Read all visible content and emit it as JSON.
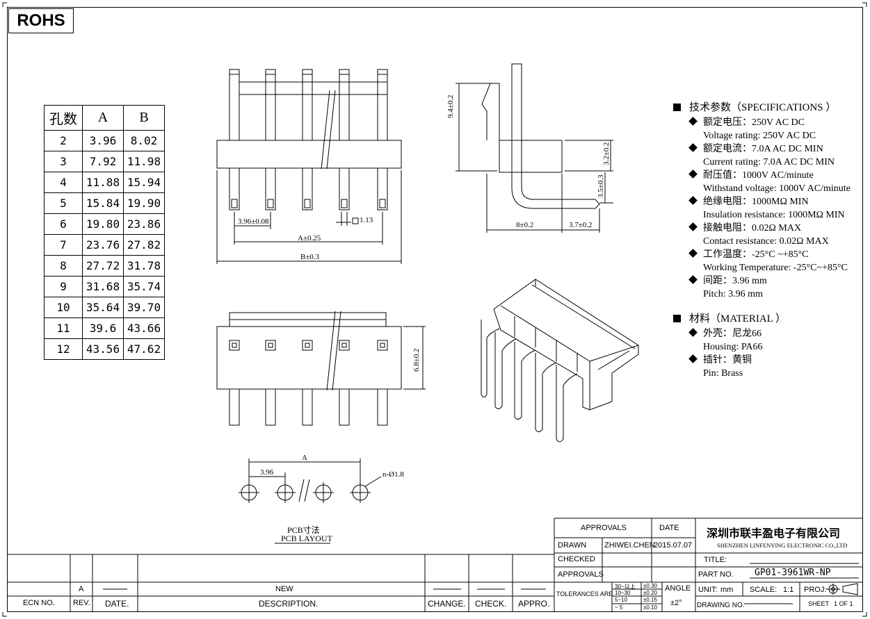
{
  "rohs_label": "ROHS",
  "hole_table": {
    "headers": [
      "孔数",
      "A",
      "B"
    ],
    "rows": [
      [
        "2",
        "3.96",
        "8.02"
      ],
      [
        "3",
        "7.92",
        "11.98"
      ],
      [
        "4",
        "11.88",
        "15.94"
      ],
      [
        "5",
        "15.84",
        "19.90"
      ],
      [
        "6",
        "19.80",
        "23.86"
      ],
      [
        "7",
        "23.76",
        "27.82"
      ],
      [
        "8",
        "27.72",
        "31.78"
      ],
      [
        "9",
        "31.68",
        "35.74"
      ],
      [
        "10",
        "35.64",
        "39.70"
      ],
      [
        "11",
        "39.6",
        "43.66"
      ],
      [
        "12",
        "43.56",
        "47.62"
      ]
    ]
  },
  "dimensions": {
    "pitch": "3.96±0.08",
    "pin": "1.13",
    "a_dim": "A±0.25",
    "b_dim": "B±0.3",
    "height": "9.4±0.2",
    "body_h": "3.2±0.2",
    "pin_len": "3.5±0.3",
    "depth": "8±0.2",
    "ext": "3.7±0.2",
    "front_h": "6.8±0.2",
    "pcb_a": "A",
    "pcb_pitch": "3.96",
    "pcb_hole": "n-Ø1.8"
  },
  "pcb_layout": {
    "cn": "PCB寸法",
    "en": "PCB LAYOUT"
  },
  "specifications": {
    "heading": "技术参数（SPECIFICATIONS ）",
    "items": [
      {
        "cn": "额定电压：250V AC DC",
        "en": "Voltage rating: 250V AC DC"
      },
      {
        "cn": "额定电流：7.0A AC DC   MIN",
        "en": "Current rating: 7.0A  AC DC  MIN"
      },
      {
        "cn": "耐压值：1000V AC/minute",
        "en": "Withstand voltage: 1000V AC/minute"
      },
      {
        "cn": "绝缘电阻：1000MΩ  MIN",
        "en": "Insulation resistance: 1000MΩ  MIN"
      },
      {
        "cn": "接触电阻：0.02Ω  MAX",
        "en": "Contact resistance:  0.02Ω  MAX"
      },
      {
        "cn": "工作温度：-25°C ~+85°C",
        "en": "Working Temperature: -25°C~+85°C"
      },
      {
        "cn": "间距：3.96 mm",
        "en": "Pitch: 3.96 mm"
      }
    ]
  },
  "material": {
    "heading": "材料（MATERIAL ）",
    "items": [
      {
        "cn": "外壳：尼龙66",
        "en": "Housing:   PA66"
      },
      {
        "cn": "插针：黄铜",
        "en": "Pin: Brass"
      }
    ]
  },
  "title_block": {
    "approvals_header": "APPROVALS",
    "date_header": "DATE",
    "drawn_label": "DRAWN",
    "drawn_name": "ZHIWEI.CHEN",
    "drawn_date": "2015.07.07",
    "checked_label": "CHECKED",
    "approvals_label": "APPROVALS",
    "tolerances_label": "TOLERANCES ARE",
    "tol_ranges": [
      "30~以上",
      "10~30",
      "5~10",
      "~ 5"
    ],
    "tol_values": [
      "±0.30",
      "±0.20",
      "±0.15",
      "±0.10"
    ],
    "angle_label": "ANGLE",
    "angle_value": "±2°",
    "company_cn": "深圳市联丰盈电子有限公司",
    "company_en": "SHENZHEN LINFENYING ELECTRONIC CO.,LTD",
    "title_label": "TITLE:",
    "part_label": "PART NO.",
    "part_no": "GP01-3961WR-NP",
    "unit_label": "UNIT:",
    "unit_value": "mm",
    "scale_label": "SCALE:",
    "scale_value": "1:1",
    "proj_label": "PROJ:",
    "drawing_label": "DRAWING NO.",
    "sheet_label": "SHEET",
    "sheet_value": "1  OF  1"
  },
  "revision": {
    "rev": "A",
    "desc": "NEW",
    "headers": [
      "ECN NO.",
      "REV.",
      "DATE.",
      "DESCRIPTION.",
      "CHANGE.",
      "CHECK.",
      "APPRO."
    ]
  }
}
